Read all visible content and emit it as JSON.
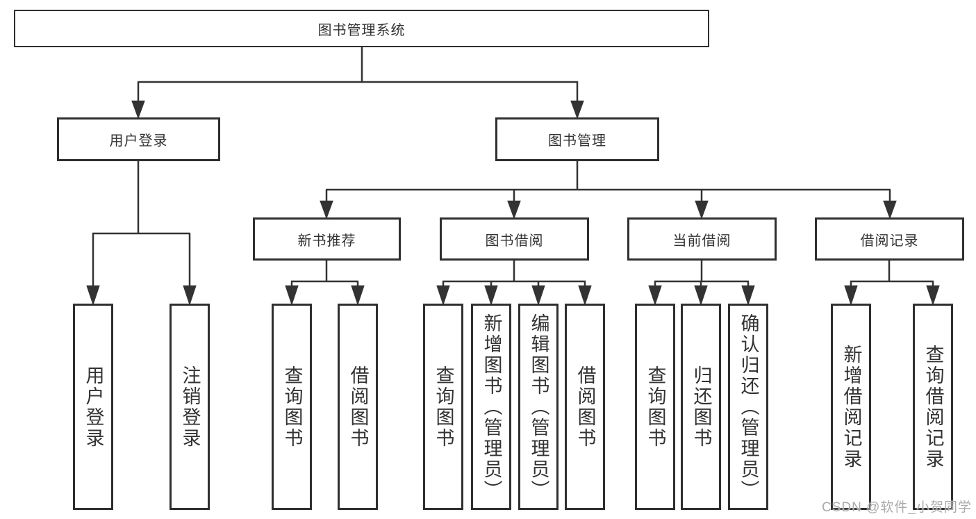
{
  "diagram": {
    "title_node": "functional structure tree",
    "root": {
      "label": "图书管理系统"
    },
    "level2": [
      {
        "id": "user-login",
        "label": "用户登录"
      },
      {
        "id": "book-management",
        "label": "图书管理"
      }
    ],
    "level3": [
      {
        "id": "new-book-recommend",
        "label": "新书推荐"
      },
      {
        "id": "book-borrow",
        "label": "图书借阅"
      },
      {
        "id": "current-borrow",
        "label": "当前借阅"
      },
      {
        "id": "borrow-records",
        "label": "借阅记录"
      }
    ],
    "leaves": {
      "user_login": [
        {
          "label": "用户登录"
        },
        {
          "label": "注销登录"
        }
      ],
      "new_book": [
        {
          "label": "查询图书"
        },
        {
          "label": "借阅图书"
        }
      ],
      "book_borrow": [
        {
          "label": "查询图书"
        },
        {
          "label": "新增图书（管理员）"
        },
        {
          "label": "编辑图书（管理员）"
        },
        {
          "label": "借阅图书"
        }
      ],
      "current_borrow": [
        {
          "label": "查询图书"
        },
        {
          "label": "归还图书"
        },
        {
          "label": "确认归还（管理员）"
        }
      ],
      "borrow_record": [
        {
          "label": "新增借阅记录"
        },
        {
          "label": "查询借阅记录"
        }
      ]
    },
    "colors": {
      "line": "#333333",
      "border": "#2f2f2f",
      "text": "#333333",
      "background": "#ffffff",
      "watermark": "#aaaaaa"
    }
  },
  "watermark": {
    "text": "CSDN @软件_小贺同学"
  }
}
